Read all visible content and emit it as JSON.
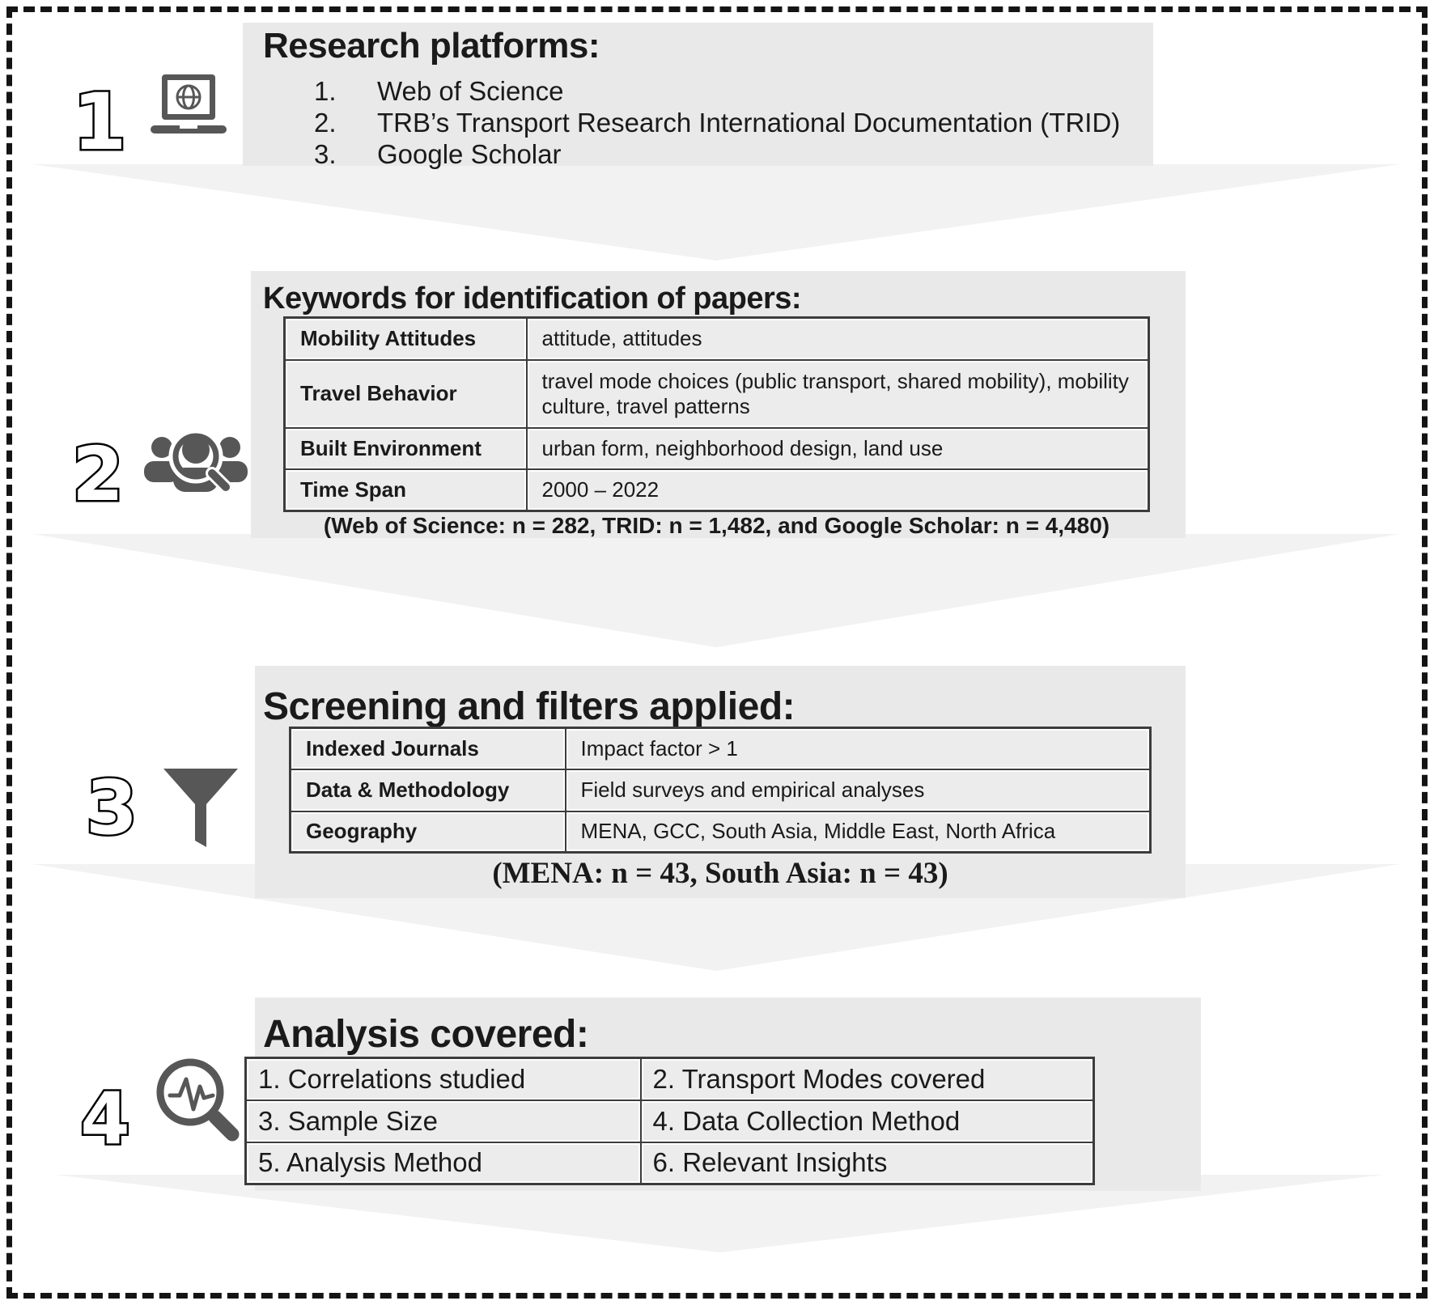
{
  "figure": {
    "colors": {
      "panel": "#e9e9e9",
      "arrow": "#f2f2f2",
      "icon": "#575757",
      "border": "#3c3c3c",
      "text": "#1a1a1a"
    },
    "steps": [
      {
        "number": "1",
        "icon": "laptop-globe-icon",
        "title": "Research platforms:",
        "item_numbers": [
          "1.",
          "2.",
          "3."
        ],
        "items": [
          "Web of Science",
          "TRB’s Transport Research International Documentation (TRID)",
          "Google Scholar"
        ]
      },
      {
        "number": "2",
        "icon": "people-search-icon",
        "title": "Keywords for identification of papers:",
        "rows": [
          {
            "label": "Mobility Attitudes",
            "value": "attitude, attitudes"
          },
          {
            "label": "Travel Behavior",
            "value": "travel mode choices (public transport, shared mobility), mobility culture, travel patterns"
          },
          {
            "label": "Built Environment",
            "value": "urban form, neighborhood design, land use"
          },
          {
            "label": "Time Span",
            "value": "2000 – 2022"
          }
        ],
        "note": "(Web of Science: n = 282, TRID: n = 1,482, and Google Scholar: n = 4,480)"
      },
      {
        "number": "3",
        "icon": "funnel-icon",
        "title": "Screening and filters applied:",
        "rows": [
          {
            "label": "Indexed Journals",
            "value": "Impact factor > 1"
          },
          {
            "label": "Data & Methodology",
            "value": "Field surveys and empirical analyses"
          },
          {
            "label": "Geography",
            "value": "MENA, GCC, South Asia, Middle East, North Africa"
          }
        ],
        "note": "(MENA: n = 43, South Asia: n = 43)"
      },
      {
        "number": "4",
        "icon": "magnifier-pulse-icon",
        "title": "Analysis covered:",
        "cells": [
          [
            "1. Correlations studied",
            "2. Transport Modes covered"
          ],
          [
            "3. Sample Size",
            "4. Data Collection Method"
          ],
          [
            "5. Analysis Method",
            "6. Relevant Insights"
          ]
        ]
      }
    ]
  }
}
